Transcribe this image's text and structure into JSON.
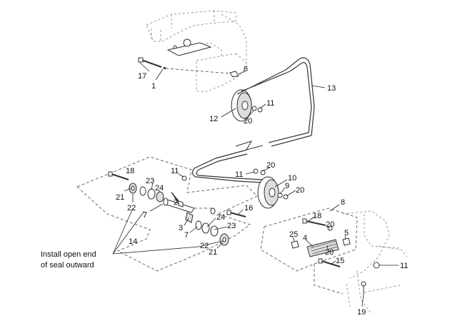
{
  "callouts": [
    {
      "id": "c17",
      "text": "17"
    },
    {
      "id": "c1",
      "text": "1"
    },
    {
      "id": "c6",
      "text": "6"
    },
    {
      "id": "c13",
      "text": "13"
    },
    {
      "id": "c11a",
      "text": "11"
    },
    {
      "id": "c12",
      "text": "12"
    },
    {
      "id": "c20a",
      "text": "20"
    },
    {
      "id": "c18a",
      "text": "18"
    },
    {
      "id": "c11b",
      "text": "11"
    },
    {
      "id": "c20b",
      "text": "20"
    },
    {
      "id": "c11c",
      "text": "11"
    },
    {
      "id": "c10",
      "text": "10"
    },
    {
      "id": "c9",
      "text": "9"
    },
    {
      "id": "c20c",
      "text": "20"
    },
    {
      "id": "c23a",
      "text": "23"
    },
    {
      "id": "c24a",
      "text": "24"
    },
    {
      "id": "c21a",
      "text": "21"
    },
    {
      "id": "c22a",
      "text": "22"
    },
    {
      "id": "c2",
      "text": "2"
    },
    {
      "id": "c7a",
      "text": "7"
    },
    {
      "id": "c16",
      "text": "16"
    },
    {
      "id": "c8",
      "text": "8"
    },
    {
      "id": "c24b",
      "text": "24"
    },
    {
      "id": "c3",
      "text": "3"
    },
    {
      "id": "c7b",
      "text": "7"
    },
    {
      "id": "c23b",
      "text": "23"
    },
    {
      "id": "c18b",
      "text": "18"
    },
    {
      "id": "c20d",
      "text": "20"
    },
    {
      "id": "c25",
      "text": "25"
    },
    {
      "id": "c4",
      "text": "4"
    },
    {
      "id": "c5",
      "text": "5"
    },
    {
      "id": "c14",
      "text": "14"
    },
    {
      "id": "c22b",
      "text": "22"
    },
    {
      "id": "c21b",
      "text": "21"
    },
    {
      "id": "c20e",
      "text": "20"
    },
    {
      "id": "c15",
      "text": "15"
    },
    {
      "id": "c11d",
      "text": "11"
    },
    {
      "id": "c19",
      "text": "19"
    }
  ],
  "note": {
    "line1": "Install open end",
    "line2": "of seal outward"
  }
}
